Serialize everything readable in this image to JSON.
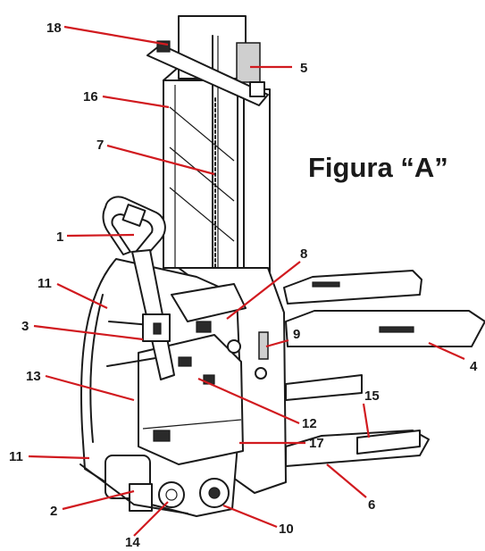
{
  "figure": {
    "title": "Figura “A”",
    "callouts": [
      {
        "id": "c18",
        "label": "18"
      },
      {
        "id": "c5",
        "label": "5"
      },
      {
        "id": "c16",
        "label": "16"
      },
      {
        "id": "c7",
        "label": "7"
      },
      {
        "id": "c1",
        "label": "1"
      },
      {
        "id": "c8",
        "label": "8"
      },
      {
        "id": "c11a",
        "label": "11"
      },
      {
        "id": "c3",
        "label": "3"
      },
      {
        "id": "c9",
        "label": "9"
      },
      {
        "id": "c4",
        "label": "4"
      },
      {
        "id": "c13",
        "label": "13"
      },
      {
        "id": "c15",
        "label": "15"
      },
      {
        "id": "c12",
        "label": "12"
      },
      {
        "id": "c17",
        "label": "17"
      },
      {
        "id": "c11b",
        "label": "11"
      },
      {
        "id": "c6",
        "label": "6"
      },
      {
        "id": "c2",
        "label": "2"
      },
      {
        "id": "c10",
        "label": "10"
      },
      {
        "id": "c14",
        "label": "14"
      }
    ]
  },
  "colors": {
    "leader_lines": "#d11a1f",
    "ink": "#1a1a1a",
    "background": "#ffffff"
  }
}
